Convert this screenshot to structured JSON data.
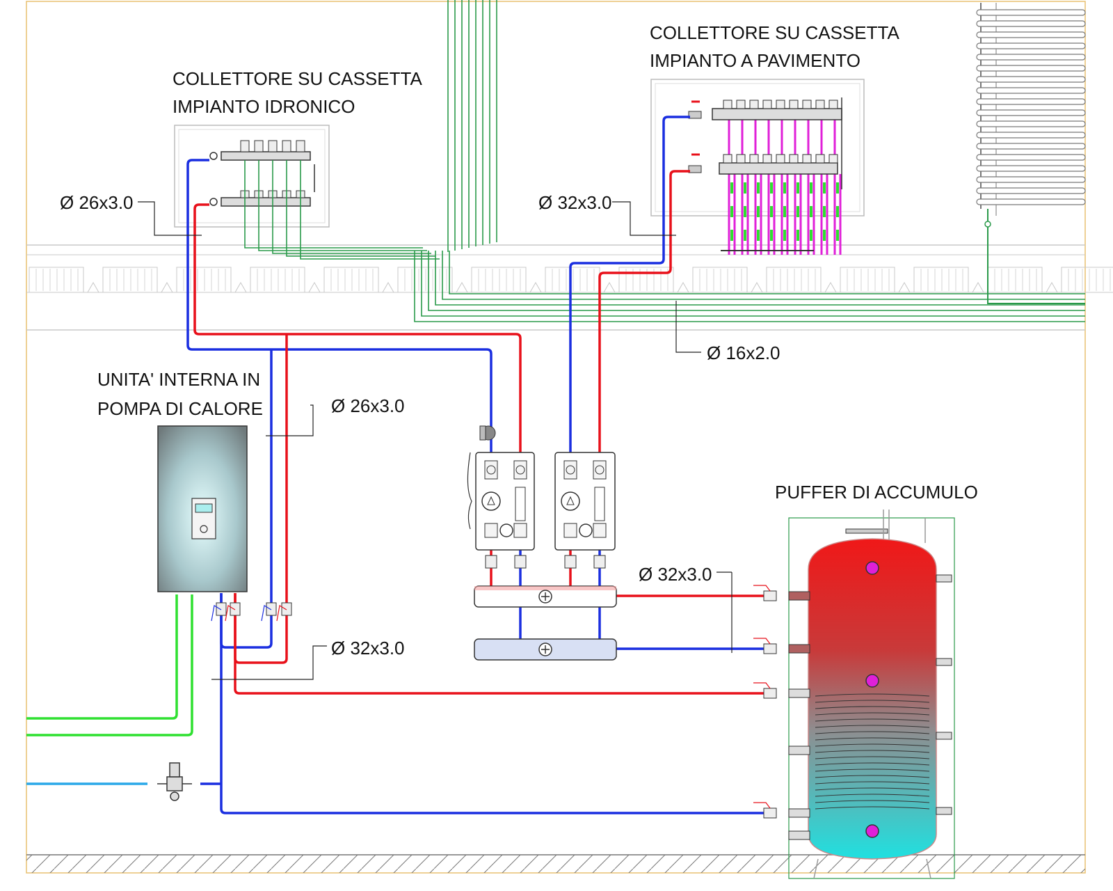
{
  "labels": {
    "hydronic_manifold_line1": "COLLETTORE SU CASSETTA",
    "hydronic_manifold_line2": "IMPIANTO IDRONICO",
    "floor_manifold_line1": "COLLETTORE SU CASSETTA",
    "floor_manifold_line2": "IMPIANTO A PAVIMENTO",
    "heat_pump_line1": "UNITA' INTERNA IN",
    "heat_pump_line2": "POMPA DI CALORE",
    "buffer_tank": "PUFFER DI ACCUMULO"
  },
  "dimensions": {
    "hydronic_feed": "Ø 26x3.0",
    "floor_feed": "Ø 32x3.0",
    "distribution": "Ø 16x2.0",
    "heat_pump_to_hydronic": "Ø 26x3.0",
    "buffer_connection": "Ø 32x3.0",
    "heat_pump_to_buffer": "Ø 32x3.0"
  },
  "colors": {
    "supply": "#e8101a",
    "return": "#1a2ee0",
    "floor_loop": "#e020d8",
    "distribution": "#2a9a4a",
    "green_line": "#2ee030",
    "cold_water": "#2aa8e8",
    "frame": "#e8c070"
  }
}
